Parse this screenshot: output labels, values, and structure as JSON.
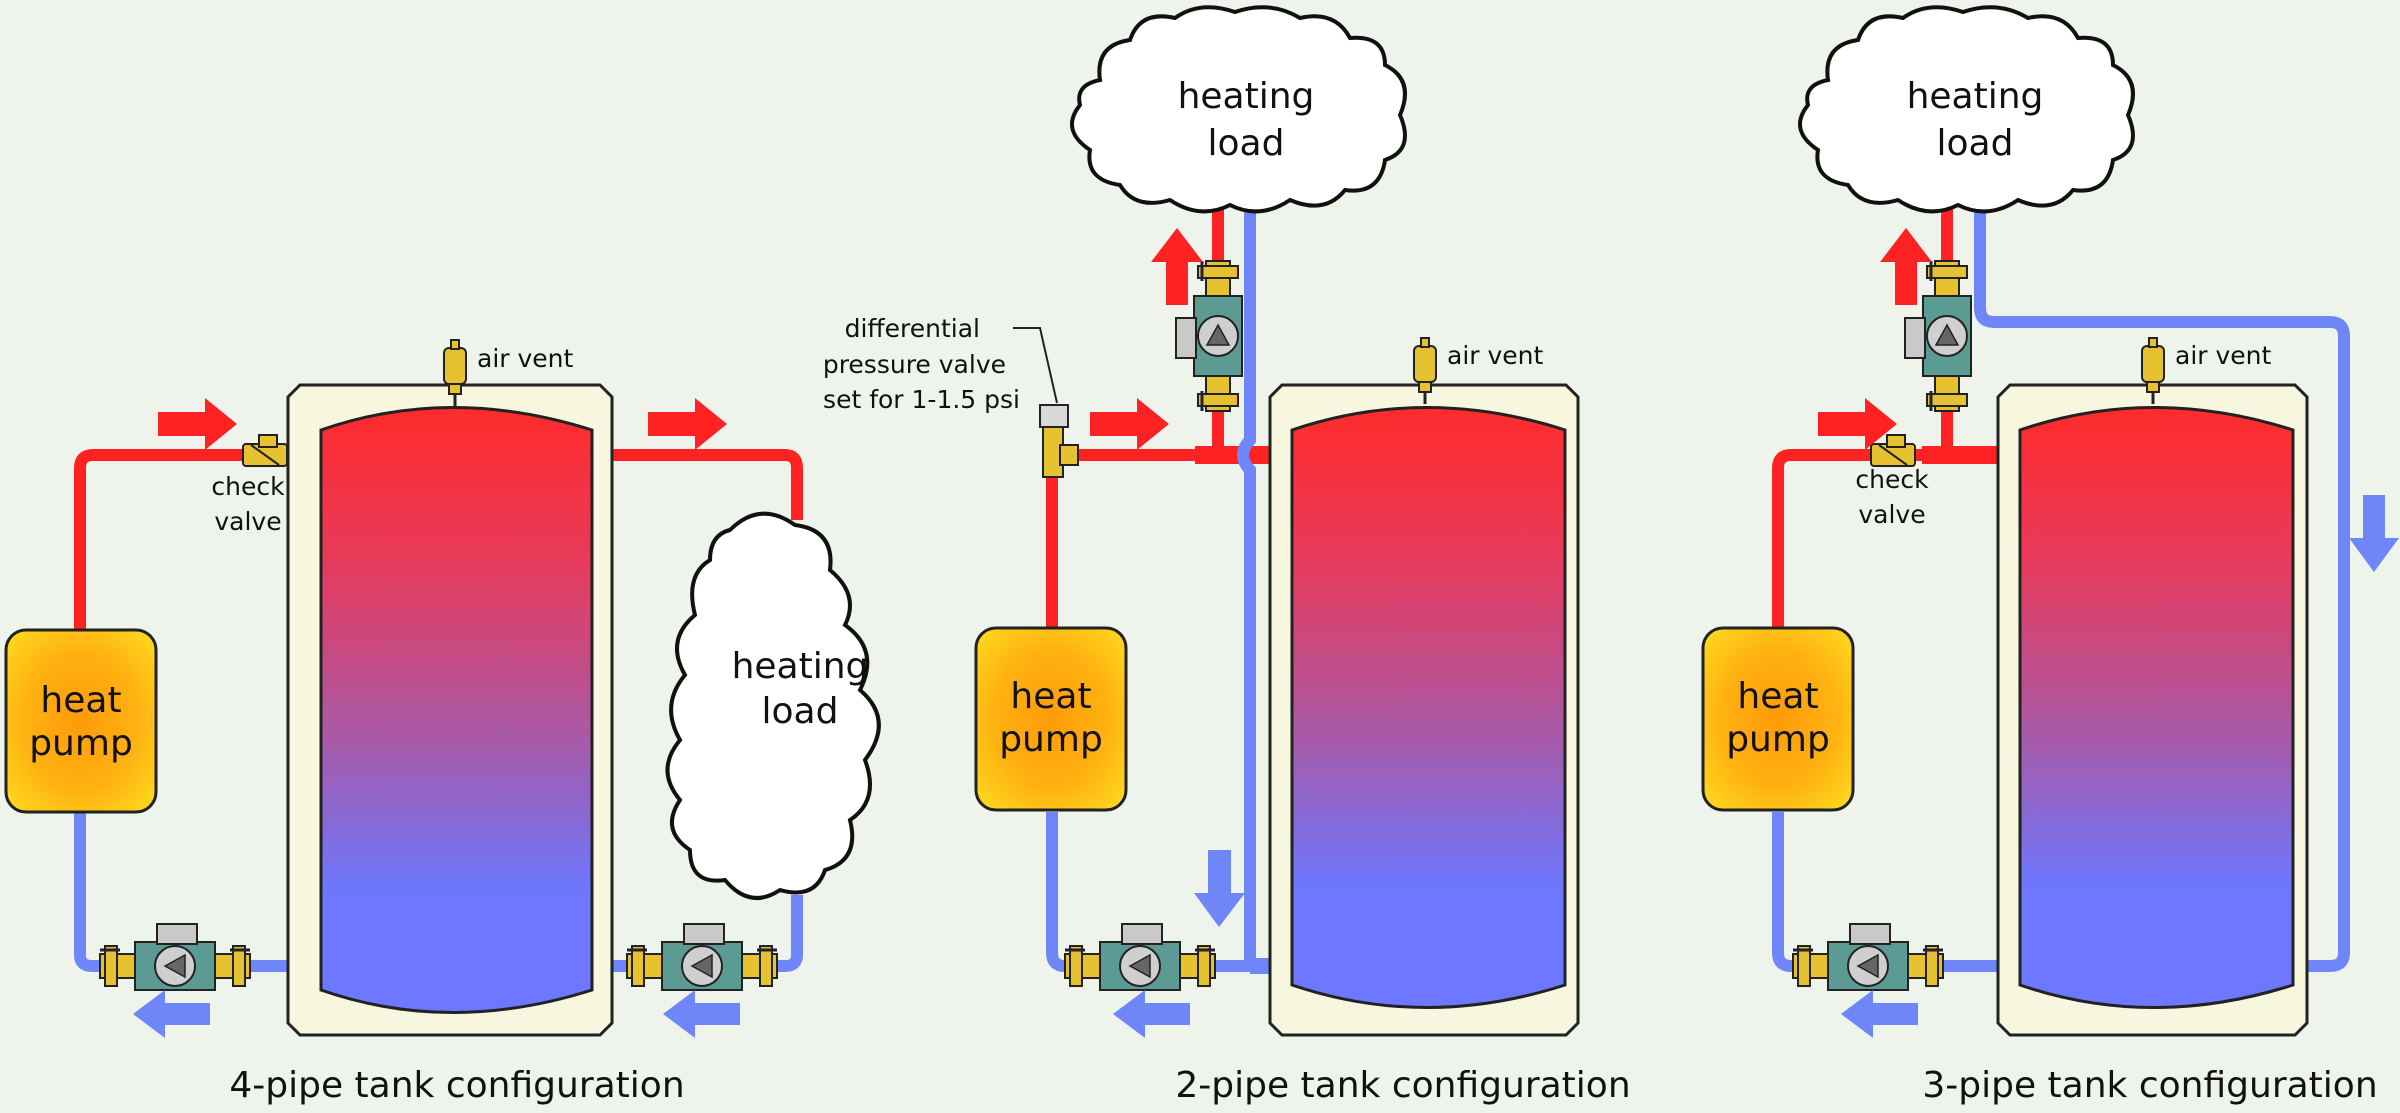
{
  "colors": {
    "background": "#eef3ec",
    "hot_pipe": "#ff2222",
    "cold_pipe": "#6f86f8",
    "tank_top": "#ff2b2b",
    "tank_bottom": "#6d77ff",
    "heat_pump_center": "#ffa30a",
    "heat_pump_edge": "#ffd21a",
    "valve_body": "#e7c230",
    "pump_body": "#5c9a94"
  },
  "icons": [
    "heat-pump-icon",
    "storage-tank-icon",
    "circulator-pump-icon",
    "check-valve-icon",
    "air-vent-icon",
    "heating-load-cloud-icon",
    "flow-arrow-icon",
    "differential-pressure-valve-icon"
  ],
  "labels": {
    "heat_pump_line1": "heat",
    "heat_pump_line2": "pump",
    "heating_load_line1": "heating",
    "heating_load_line2": "load",
    "air_vent": "air vent",
    "check_valve_line1": "check",
    "check_valve_line2": "valve",
    "dpv_line1": "differential",
    "dpv_line2": "pressure valve",
    "dpv_line3": "set for 1-1.5 psi"
  },
  "configurations": [
    {
      "caption": "4-pipe tank configuration"
    },
    {
      "caption": "2-pipe tank configuration"
    },
    {
      "caption": "3-pipe tank configuration"
    }
  ]
}
